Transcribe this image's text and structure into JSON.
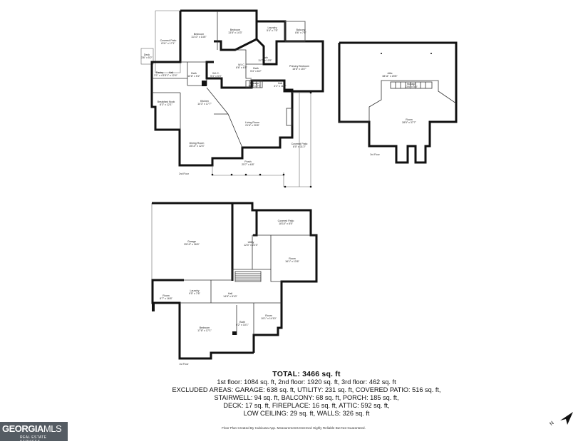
{
  "floor2": {
    "label": "2nd Floor",
    "rooms": {
      "covered_patio_top": {
        "name": "Covered Patio",
        "dims": "8'11\" x 17'1\""
      },
      "bedroom_a": {
        "name": "Bedroom",
        "dims": "11'10\" x 14'6\""
      },
      "bedroom_b": {
        "name": "Bedroom",
        "dims": "13'8\" x 14'3\""
      },
      "laundry": {
        "name": "Laundry",
        "dims": "5'4\" x 7'5\""
      },
      "balcony": {
        "name": "Balcony",
        "dims": "8'6\" x 7'6\""
      },
      "deck": {
        "name": "Deck",
        "dims": "3'6\" x 5'2\""
      },
      "bath_upper": {
        "name": "Bath",
        "dims": "11'7\" x 10'5\""
      },
      "primary_bedroom": {
        "name": "Primary Bedroom",
        "dims": "15'6\" x 15'7\""
      },
      "wic": {
        "name": "W.I.C.",
        "dims": "8'6\" x 6'5\""
      },
      "bath_small": {
        "name": "Bath",
        "dims": "5'4\" x 6'2\""
      },
      "pantry": {
        "name": "Pantry",
        "dims": "3'1\" x 4'1\""
      },
      "hall": {
        "name": "Hall",
        "dims": "5'1\" x 12'4\""
      },
      "bath_mid": {
        "name": "Bath",
        "dims": "10'8\" x 5'2\""
      },
      "wic_mid": {
        "name": "W.I.C.",
        "dims": "5'4\" x 5'3\""
      },
      "storage": {
        "name": "Storage",
        "dims": "11'1\" x 2'7\""
      },
      "hall2": {
        "name": "Hall",
        "dims": "4'1\" x 11'2\""
      },
      "breakfast_nook": {
        "name": "Breakfast Nook",
        "dims": "8'3\" x 12'1\""
      },
      "kitchen": {
        "name": "Kitchen",
        "dims": "14'3\" x 17'7\""
      },
      "living_room": {
        "name": "Living Room",
        "dims": "21'6\" x 20'8\""
      },
      "dining_room": {
        "name": "Dining Room",
        "dims": "15'10\" x 12'4\""
      },
      "covered_patio_right": {
        "name": "Covered Patio",
        "dims": "8'0\" x 31'2\""
      },
      "porch": {
        "name": "Porch",
        "dims": "25'7\" x 6'8\""
      }
    }
  },
  "floor3": {
    "label": "3rd Floor",
    "rooms": {
      "attic": {
        "name": "Attic",
        "dims": "38'11\" x 20'8\""
      },
      "storage": {
        "name": "Storage",
        "dims": "13'6\" x 5'6\""
      },
      "room": {
        "name": "Room",
        "dims": "28'5\" x 37'7\""
      }
    }
  },
  "floor1": {
    "label": "1st Floor",
    "rooms": {
      "garage": {
        "name": "Garage",
        "dims": "25'10\" x 26'6\""
      },
      "utility": {
        "name": "Utility",
        "dims": "12'0\" x 22'3\""
      },
      "covered_patio": {
        "name": "Covered Patio",
        "dims": "18'10\" x 8'5\""
      },
      "room_right": {
        "name": "Room",
        "dims": "16'1\" x 13'6\""
      },
      "room_left": {
        "name": "Room",
        "dims": "8'7\" x 16'8\""
      },
      "laundry": {
        "name": "Laundry",
        "dims": "9'5\" x 7'8\""
      },
      "hall": {
        "name": "Hall",
        "dims": "14'8\" x 8'10\""
      },
      "room_mid": {
        "name": "Room",
        "dims": "10'1\" x 14'10\""
      },
      "bath": {
        "name": "Bath",
        "dims": "6'2\" x 10'1\""
      },
      "bedroom": {
        "name": "Bedroom",
        "dims": "17'8\" x 17'1\""
      }
    }
  },
  "summary": {
    "total": "TOTAL: 3466 sq. ft",
    "line1": "1st floor: 1084 sq. ft, 2nd floor: 1920 sq. ft, 3rd floor: 462 sq. ft",
    "line2": "EXCLUDED AREAS: GARAGE: 638 sq. ft, UTILITY: 231 sq. ft, COVERED PATIO: 516 sq. ft,",
    "line3": "STAIRWELL: 94 sq. ft, BALCONY: 68 sq. ft, PORCH: 185 sq. ft,",
    "line4": "DECK: 17 sq. ft, FIREPLACE: 16 sq. ft, ATTIC: 592 sq. ft,",
    "line5": "LOW CEILING: 29 sq. ft, WALLS: 326 sq. ft"
  },
  "credit": "Floor Plan Created By Cubicasa App. Measurements Deemed Highly Reliable But Not Guaranteed.",
  "logo": {
    "brand_bold": "GEORGIA",
    "brand_light": "MLS",
    "sub": "REAL ESTATE SERVICES",
    "bg": "#555c63"
  },
  "compass": {
    "letter": "N",
    "icon": "north-arrow-icon"
  }
}
